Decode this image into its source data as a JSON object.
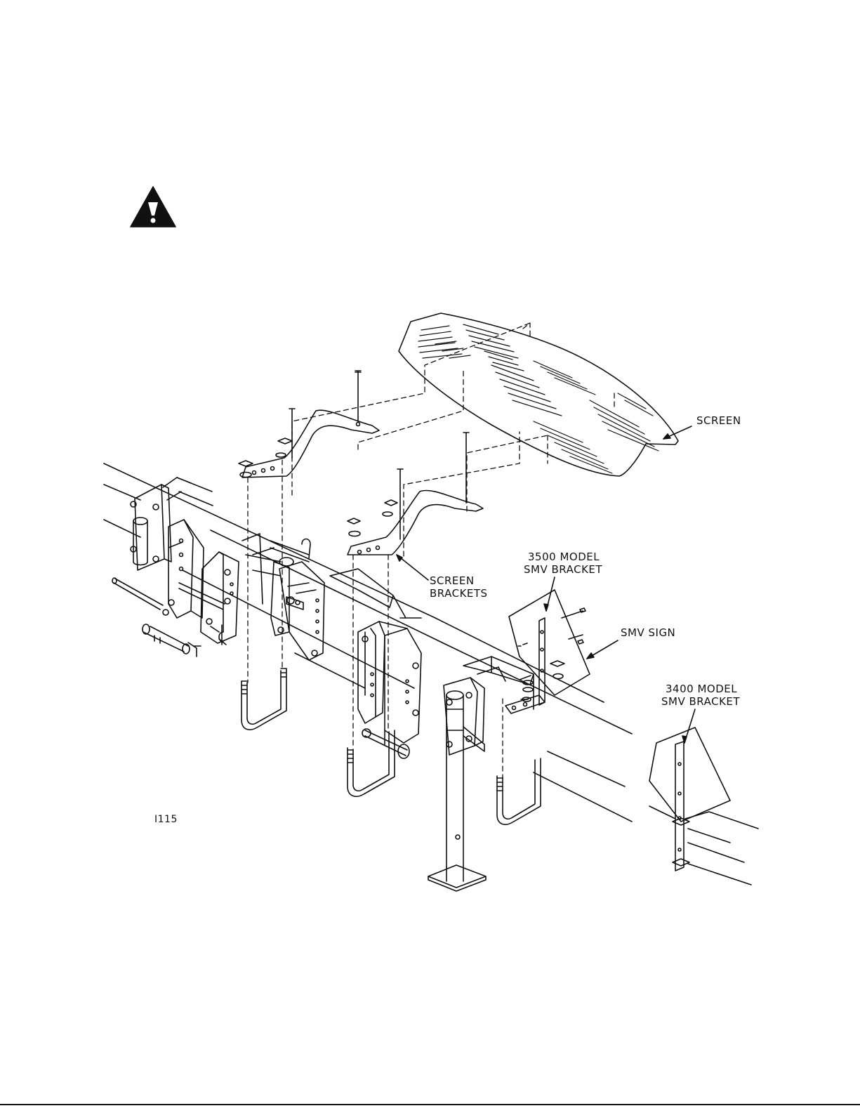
{
  "warning_symbol": {
    "icon": "warning-triangle-icon"
  },
  "labels": {
    "screen": "SCREEN",
    "screen_brackets_1": "SCREEN",
    "screen_brackets_2": "BRACKETS",
    "model_3500_1": "3500 MODEL",
    "model_3500_2": "SMV BRACKET",
    "smv_sign": "SMV SIGN",
    "model_3400_1": "3400 MODEL",
    "model_3400_2": "SMV BRACKET",
    "figure_id": "I115"
  }
}
